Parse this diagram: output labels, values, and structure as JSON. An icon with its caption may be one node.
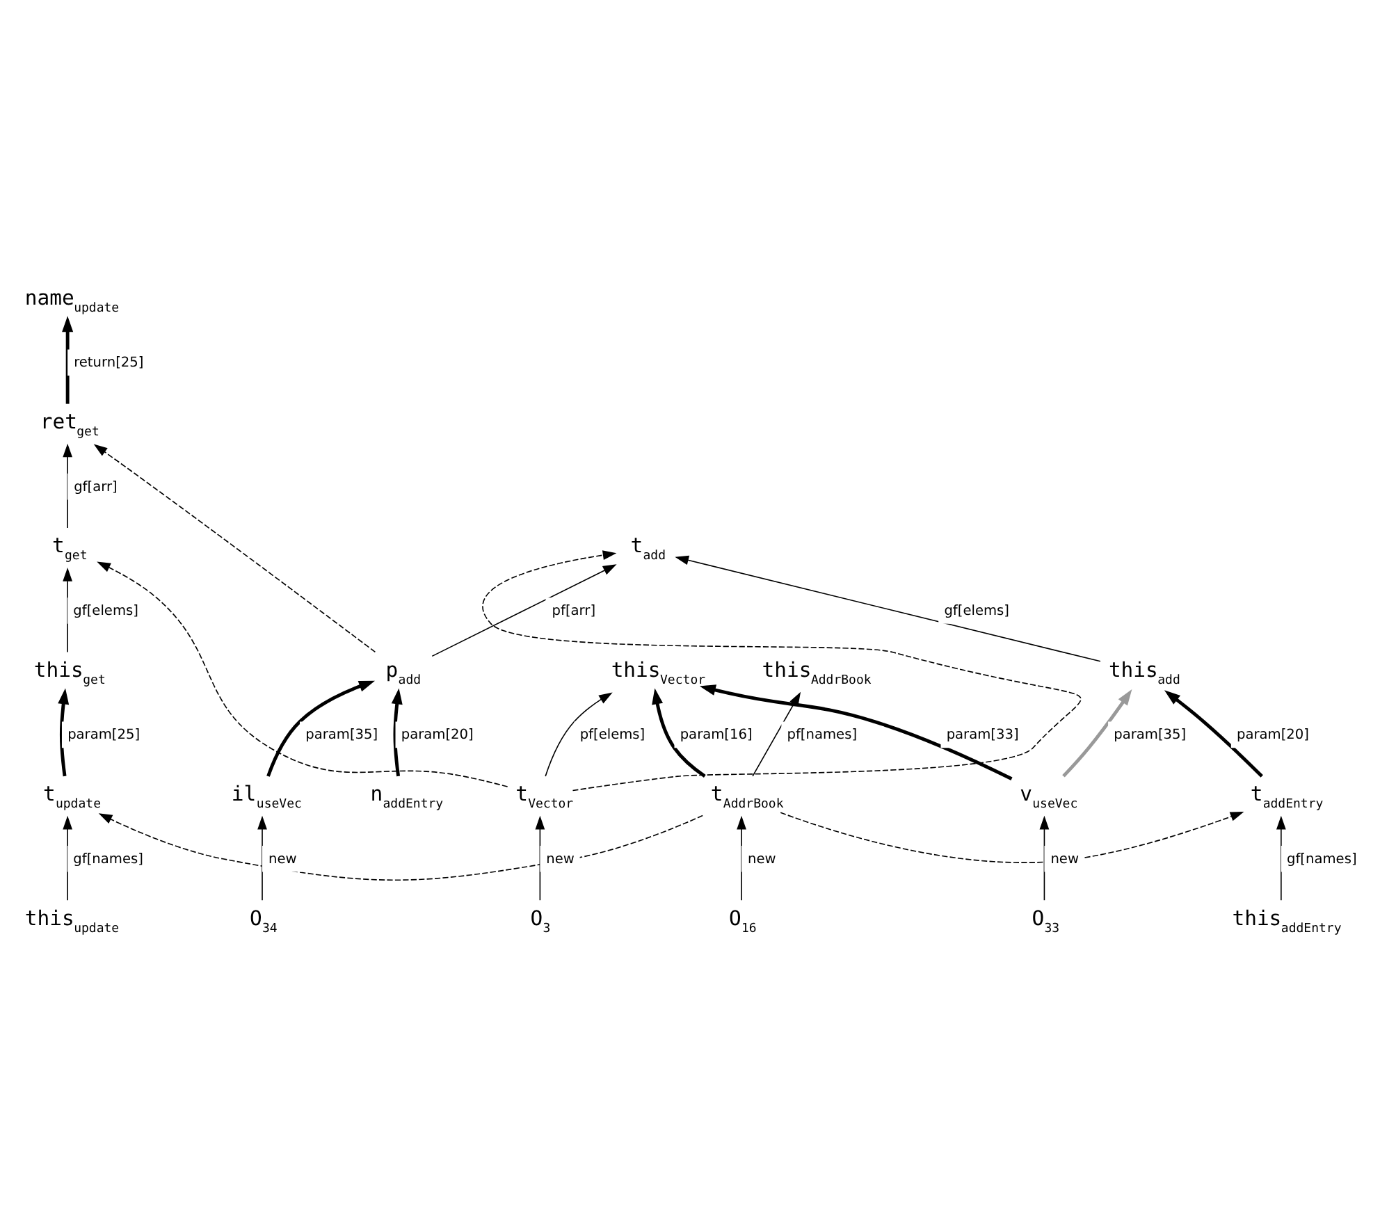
{
  "diagram": {
    "nodes": [
      {
        "text": [
          "name$_{update}$"
        ]
      },
      {
        "text": [
          "ret$_{get}$"
        ]
      },
      {
        "text": [
          "t$_{get}$"
        ]
      },
      {
        "text": [
          "this$_{get}$"
        ]
      },
      {
        "text": [
          "t$_{update}$"
        ]
      },
      {
        "text": [
          "this$_{update}$"
        ]
      },
      {
        "text": [
          "O$_{16}$"
        ]
      },
      {
        "text": [
          "t$_{AddrBook}$"
        ]
      },
      {
        "text": [
          "this$_{AddrBook}$"
        ]
      },
      {
        "text": [
          "t$_{Vector}$"
        ]
      },
      {
        "text": [
          "this$_{Vector}$"
        ]
      },
      {
        "text": [
          "O$_{3}$"
        ]
      },
      {
        "text": [
          "v$_{useVec}$"
        ]
      },
      {
        "text": [
          "O$_{34}$"
        ]
      },
      {
        "text": [
          "il$_{useVec}$"
        ]
      },
      {
        "text": [
          "O$_{33}$"
        ]
      },
      {
        "text": [
          "p$_{add}$"
        ]
      },
      {
        "text": [
          "t$_{add}$"
        ]
      },
      {
        "text": [
          "t$_{addEntry}$"
        ]
      },
      {
        "text": [
          "this$_{addEntry}$"
        ]
      },
      {
        "text": [
          "n$_{addEntry}$"
        ]
      },
      {
        "text": [
          "this$_{add}$"
        ]
      }
    ],
    "edges": [
      {
        "from": 1,
        "to": 0,
        "arrow": "to",
        "label": "return[25]",
        "style": "thick"
      },
      {
        "from": 2,
        "to": 1,
        "arrow": "to",
        "label": "gf[arr]"
      },
      {
        "from": 3,
        "to": 2,
        "arrow": "to",
        "label": "gf[elems]"
      },
      {
        "from": 4,
        "to": 3,
        "arrow": "to",
        "label": "param[25]",
        "style": "thick"
      },
      {
        "from": 5,
        "to": 4,
        "arrow": "to",
        "label": "gf[names]"
      },
      {
        "from": 6,
        "to": 7,
        "arrow": "to",
        "label": "new"
      },
      {
        "from": 7,
        "to": 8,
        "arrow": "to",
        "label": "pf[names]"
      },
      {
        "from": 7,
        "to": 10,
        "arrow": "to",
        "label": "param[16]",
        "style": "thick"
      },
      {
        "from": 9,
        "to": 10,
        "arrow": "to",
        "label": "pf[elems]"
      },
      {
        "from": 11,
        "to": 9,
        "arrow": "to",
        "label": "new"
      },
      {
        "from": 12,
        "to": 10,
        "arrow": "to",
        "label": "param[33]",
        "style": "thick"
      },
      {
        "from": 15,
        "to": 12,
        "arrow": "to",
        "label": "new"
      },
      {
        "from": 13,
        "to": 14,
        "arrow": "to",
        "label": "new"
      },
      {
        "from": 14,
        "to": 16,
        "arrow": "to",
        "label": "param[35]",
        "style": "thick"
      },
      {
        "from": 20,
        "to": 16,
        "arrow": "to",
        "label": "param[20]",
        "style": "thick"
      },
      {
        "from": 16,
        "to": 17,
        "arrow": "to",
        "label": "pf[arr]"
      },
      {
        "from": 21,
        "to": 17,
        "arrow": "to",
        "label": "gf[elems]"
      },
      {
        "from": 19,
        "to": 18,
        "arrow": "to",
        "label": "gf[names]"
      },
      {
        "from": 18,
        "to": 21,
        "arrow": "to",
        "label": "param[20]",
        "style": "thick"
      },
      {
        "from": 12,
        "to": 21,
        "arrow": "to",
        "label": "param[35]",
        "style": "thick",
        "color": "#999999"
      },
      {
        "from": 16,
        "to": 1,
        "arrow": "to",
        "style": "dashed"
      },
      {
        "from": 9,
        "to": 2,
        "arrow": "to",
        "style": "dashed"
      },
      {
        "from": 9,
        "to": 17,
        "arrow": "to",
        "style": "dashed"
      },
      {
        "from": 7,
        "to": 4,
        "arrow": "to",
        "style": "dashed"
      },
      {
        "from": 7,
        "to": 18,
        "arrow": "to",
        "style": "dashed"
      }
    ]
  }
}
